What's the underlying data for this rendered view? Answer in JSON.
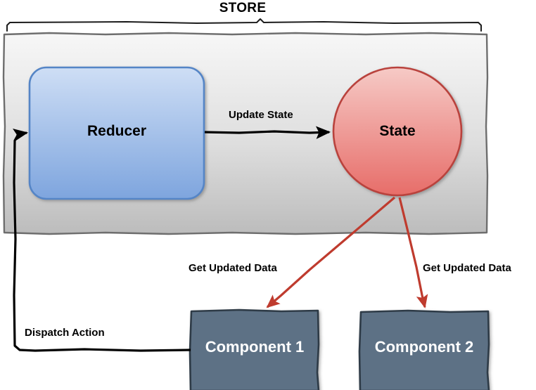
{
  "diagram": {
    "title": "STORE",
    "nodes": {
      "reducer": {
        "label": "Reducer"
      },
      "state": {
        "label": "State"
      },
      "component1": {
        "label": "Component 1"
      },
      "component2": {
        "label": "Component 2"
      }
    },
    "edges": {
      "update_state": {
        "label": "Update State"
      },
      "get_updated_data_1": {
        "label": "Get Updated Data"
      },
      "get_updated_data_2": {
        "label": "Get Updated Data"
      },
      "dispatch_action": {
        "label": "Dispatch Action"
      }
    },
    "colors": {
      "store_fill_top": "#f6f6f6",
      "store_fill_bottom": "#bcbcbc",
      "store_border": "#6e6e6e",
      "reducer_fill_top": "#ccdcf4",
      "reducer_fill_bottom": "#7fa6df",
      "reducer_border": "#5585c6",
      "state_fill_top": "#f4c3c0",
      "state_fill_bottom": "#e8706c",
      "state_border": "#b9433c",
      "component_fill": "#5d7185",
      "component_border": "#2f3b46",
      "arrow_black": "#000000",
      "arrow_red": "#bf3b2e",
      "label_text": "#000000",
      "component_text": "#ffffff"
    }
  }
}
